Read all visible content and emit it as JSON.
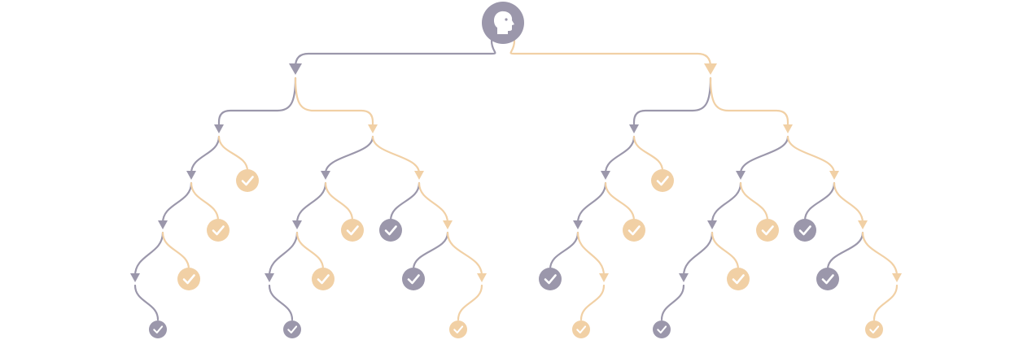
{
  "colors": {
    "purple": "#9b97ab",
    "orange": "#f1d0a5",
    "white": "#ffffff"
  },
  "icons": {
    "root": "user-head-icon",
    "leaf": "checkmark-icon",
    "branch": "arrowhead-icon"
  },
  "root": "r",
  "nodes": [
    {
      "id": "r",
      "kind": "root"
    },
    {
      "id": "a",
      "kind": "branch"
    },
    {
      "id": "b",
      "kind": "branch"
    },
    {
      "id": "a1",
      "kind": "branch"
    },
    {
      "id": "a2",
      "kind": "branch"
    },
    {
      "id": "b1",
      "kind": "branch"
    },
    {
      "id": "b2",
      "kind": "branch"
    },
    {
      "id": "a1p",
      "kind": "branch"
    },
    {
      "id": "a1o",
      "kind": "leaf"
    },
    {
      "id": "a2p",
      "kind": "branch"
    },
    {
      "id": "a2o",
      "kind": "branch"
    },
    {
      "id": "b1p",
      "kind": "branch"
    },
    {
      "id": "b1o",
      "kind": "leaf"
    },
    {
      "id": "b2p",
      "kind": "branch"
    },
    {
      "id": "b2o",
      "kind": "branch"
    },
    {
      "id": "a1pp",
      "kind": "branch"
    },
    {
      "id": "a1po",
      "kind": "leaf"
    },
    {
      "id": "a2pp",
      "kind": "branch"
    },
    {
      "id": "a2po",
      "kind": "leaf"
    },
    {
      "id": "a2op",
      "kind": "leaf"
    },
    {
      "id": "a2oo",
      "kind": "branch"
    },
    {
      "id": "b1pp",
      "kind": "branch"
    },
    {
      "id": "b1po",
      "kind": "leaf"
    },
    {
      "id": "b2pp",
      "kind": "branch"
    },
    {
      "id": "b2po",
      "kind": "leaf"
    },
    {
      "id": "b2op",
      "kind": "leaf"
    },
    {
      "id": "b2oo",
      "kind": "branch"
    },
    {
      "id": "a1ppp",
      "kind": "branch"
    },
    {
      "id": "a1ppo",
      "kind": "leaf"
    },
    {
      "id": "a2ppp",
      "kind": "branch"
    },
    {
      "id": "a2ppo",
      "kind": "leaf"
    },
    {
      "id": "a2oop",
      "kind": "leaf"
    },
    {
      "id": "a2ooo",
      "kind": "branch"
    },
    {
      "id": "b1ppp",
      "kind": "leaf"
    },
    {
      "id": "b1ppo",
      "kind": "branch"
    },
    {
      "id": "b2ppp",
      "kind": "branch"
    },
    {
      "id": "b2ppo",
      "kind": "leaf"
    },
    {
      "id": "b2oop",
      "kind": "leaf"
    },
    {
      "id": "b2ooo",
      "kind": "branch"
    },
    {
      "id": "L1",
      "kind": "leaf"
    },
    {
      "id": "L2",
      "kind": "leaf"
    },
    {
      "id": "L3",
      "kind": "leaf"
    },
    {
      "id": "L4",
      "kind": "leaf"
    },
    {
      "id": "L5",
      "kind": "leaf"
    },
    {
      "id": "L6",
      "kind": "leaf"
    }
  ],
  "edges": [
    {
      "from": "r",
      "to": "a",
      "color": "purple"
    },
    {
      "from": "r",
      "to": "b",
      "color": "orange"
    },
    {
      "from": "a",
      "to": "a1",
      "color": "purple"
    },
    {
      "from": "a",
      "to": "a2",
      "color": "orange"
    },
    {
      "from": "b",
      "to": "b1",
      "color": "purple"
    },
    {
      "from": "b",
      "to": "b2",
      "color": "orange"
    },
    {
      "from": "a1",
      "to": "a1p",
      "color": "purple"
    },
    {
      "from": "a1",
      "to": "a1o",
      "color": "orange"
    },
    {
      "from": "a2",
      "to": "a2p",
      "color": "purple"
    },
    {
      "from": "a2",
      "to": "a2o",
      "color": "orange"
    },
    {
      "from": "b1",
      "to": "b1p",
      "color": "purple"
    },
    {
      "from": "b1",
      "to": "b1o",
      "color": "orange"
    },
    {
      "from": "b2",
      "to": "b2p",
      "color": "purple"
    },
    {
      "from": "b2",
      "to": "b2o",
      "color": "orange"
    },
    {
      "from": "a1p",
      "to": "a1pp",
      "color": "purple"
    },
    {
      "from": "a1p",
      "to": "a1po",
      "color": "orange"
    },
    {
      "from": "a2p",
      "to": "a2pp",
      "color": "purple"
    },
    {
      "from": "a2p",
      "to": "a2po",
      "color": "orange"
    },
    {
      "from": "a2o",
      "to": "a2op",
      "color": "purple"
    },
    {
      "from": "a2o",
      "to": "a2oo",
      "color": "orange"
    },
    {
      "from": "b1p",
      "to": "b1pp",
      "color": "purple"
    },
    {
      "from": "b1p",
      "to": "b1po",
      "color": "orange"
    },
    {
      "from": "b2p",
      "to": "b2pp",
      "color": "purple"
    },
    {
      "from": "b2p",
      "to": "b2po",
      "color": "orange"
    },
    {
      "from": "b2o",
      "to": "b2op",
      "color": "purple"
    },
    {
      "from": "b2o",
      "to": "b2oo",
      "color": "orange"
    },
    {
      "from": "a1pp",
      "to": "a1ppp",
      "color": "purple"
    },
    {
      "from": "a1pp",
      "to": "a1ppo",
      "color": "orange"
    },
    {
      "from": "a2pp",
      "to": "a2ppp",
      "color": "purple"
    },
    {
      "from": "a2pp",
      "to": "a2ppo",
      "color": "orange"
    },
    {
      "from": "a2oo",
      "to": "a2oop",
      "color": "purple"
    },
    {
      "from": "a2oo",
      "to": "a2ooo",
      "color": "orange"
    },
    {
      "from": "b1pp",
      "to": "b1ppp",
      "color": "purple"
    },
    {
      "from": "b1pp",
      "to": "b1ppo",
      "color": "orange"
    },
    {
      "from": "b2pp",
      "to": "b2ppp",
      "color": "purple"
    },
    {
      "from": "b2pp",
      "to": "b2ppo",
      "color": "orange"
    },
    {
      "from": "b2oo",
      "to": "b2oop",
      "color": "purple"
    },
    {
      "from": "b2oo",
      "to": "b2ooo",
      "color": "orange"
    },
    {
      "from": "a1ppp",
      "to": "L1",
      "color": "purple"
    },
    {
      "from": "a2ppp",
      "to": "L2",
      "color": "purple"
    },
    {
      "from": "a2ooo",
      "to": "L3",
      "color": "orange"
    },
    {
      "from": "b1ppo",
      "to": "L4",
      "color": "orange"
    },
    {
      "from": "b2ppp",
      "to": "L5",
      "color": "purple"
    },
    {
      "from": "b2ooo",
      "to": "L6",
      "color": "orange"
    }
  ]
}
